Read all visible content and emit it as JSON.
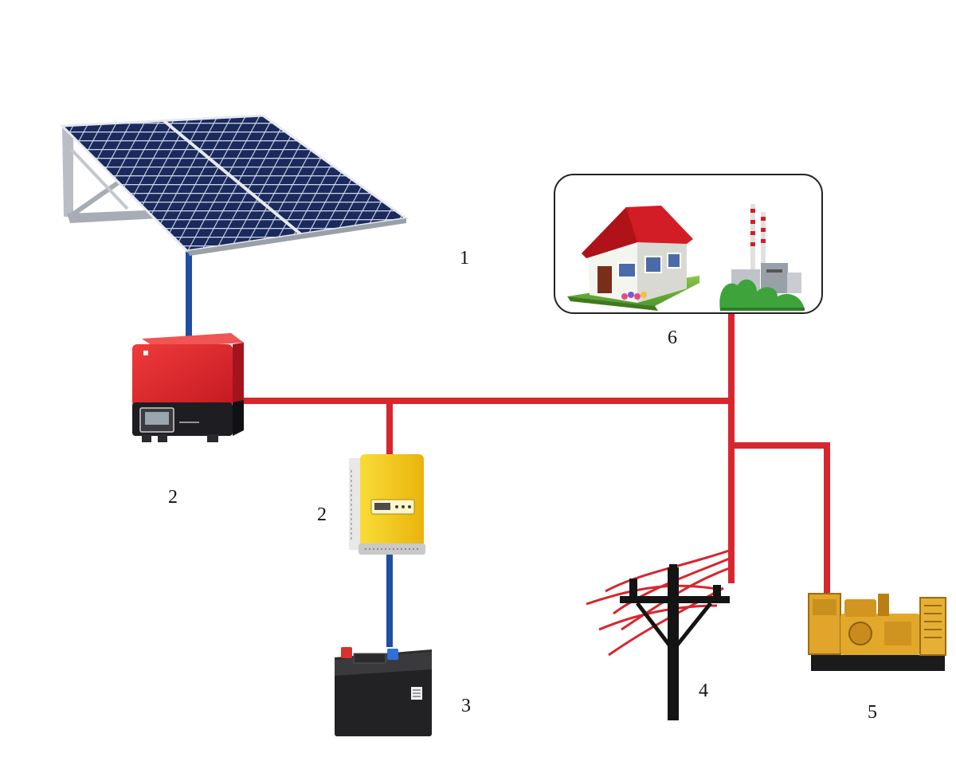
{
  "labels": {
    "solar_panel": "1",
    "grid_inverter": "2",
    "charge_controller": "2",
    "battery": "3",
    "power_line": "4",
    "generator": "5",
    "consumers": "6"
  },
  "colors": {
    "ac_wire": "#d7262e",
    "dc_wire": "#1e4fa3",
    "inverter_red": "#e1242b",
    "controller_yellow": "#f4c81a",
    "panel_blue": "#1b2a5c",
    "generator_yellow": "#e2a82a"
  },
  "icons": {
    "solar_panel": "solar-panel-icon",
    "grid_inverter": "inverter-icon",
    "charge_controller": "charge-controller-icon",
    "battery": "battery-icon",
    "power_line": "utility-pole-icon",
    "generator": "diesel-generator-icon",
    "house": "house-icon",
    "factory": "factory-icon"
  }
}
